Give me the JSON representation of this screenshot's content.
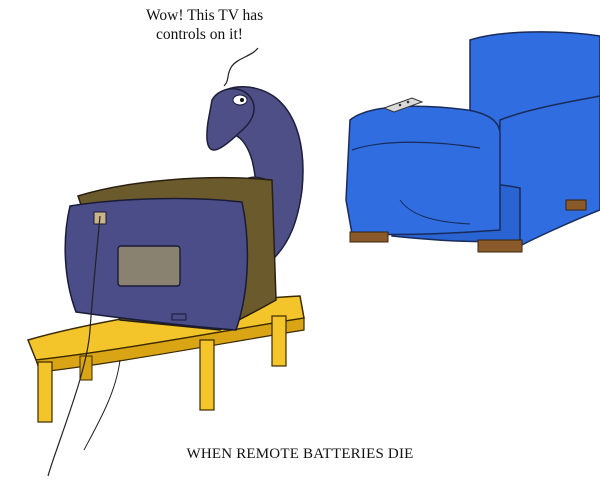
{
  "speech_bubble": {
    "line1": "Wow!  This TV has",
    "line2": "controls on it!"
  },
  "caption": "WHEN REMOTE BATTERIES DIE",
  "colors": {
    "armchair": "#2f6de0",
    "armchair_shadow": "#1f4fb2",
    "creature": "#4d4f86",
    "tv_body": "#4a4d88",
    "tv_top": "#6b5a2c",
    "tv_screen": "#8a8270",
    "table": "#f3c52a",
    "table_shadow": "#d9a514",
    "legs_chair": "#8b5a2b"
  }
}
